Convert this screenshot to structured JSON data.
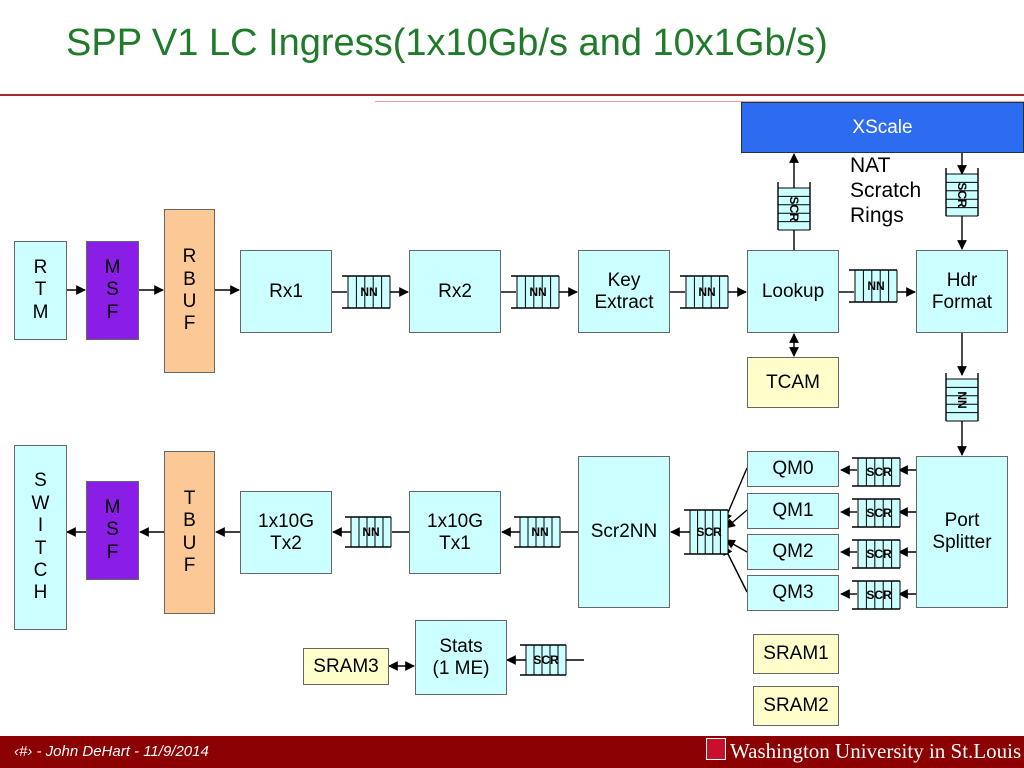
{
  "title": "SPP V1 LC Ingress(1x10Gb/s and 10x1Gb/s)",
  "blocks": {
    "rtm": "R\nT\nM",
    "msf_top": "M\nS\nF",
    "rbuf": "R\nB\nU\nF",
    "rx1": "Rx1",
    "rx2": "Rx2",
    "key_extract": "Key\nExtract",
    "lookup": "Lookup",
    "hdr_format": "Hdr\nFormat",
    "xscale": "XScale",
    "tcam": "TCAM",
    "switch": "S\nW\nI\nT\nC\nH",
    "msf_bottom": "M\nS\nF",
    "tbuf": "T\nB\nU\nF",
    "tx2": "1x10G\nTx2",
    "tx1": "1x10G\nTx1",
    "scr2nn": "Scr2NN",
    "qm0": "QM0",
    "qm1": "QM1",
    "qm2": "QM2",
    "qm3": "QM3",
    "port_splitter": "Port\nSplitter",
    "stats": "Stats\n(1 ME)",
    "sram1": "SRAM1",
    "sram2": "SRAM2",
    "sram3": "SRAM3"
  },
  "annotation": "NAT\nScratch\nRings",
  "ring_labels": {
    "nn": "NN",
    "scr": "SCR"
  },
  "footer": {
    "left": "‹#› - John DeHart - 11/9/2014",
    "right": "Washington University in St.Louis"
  },
  "colors": {
    "title": "#1f7a2a",
    "cyan_block": "#ccffff",
    "msf_purple": "#8a1ee6",
    "buffer_peach": "#fcc896",
    "memory_yellow": "#ffffcc",
    "xscale_blue": "#2d6cf0",
    "footer_bar": "#8b0000"
  }
}
